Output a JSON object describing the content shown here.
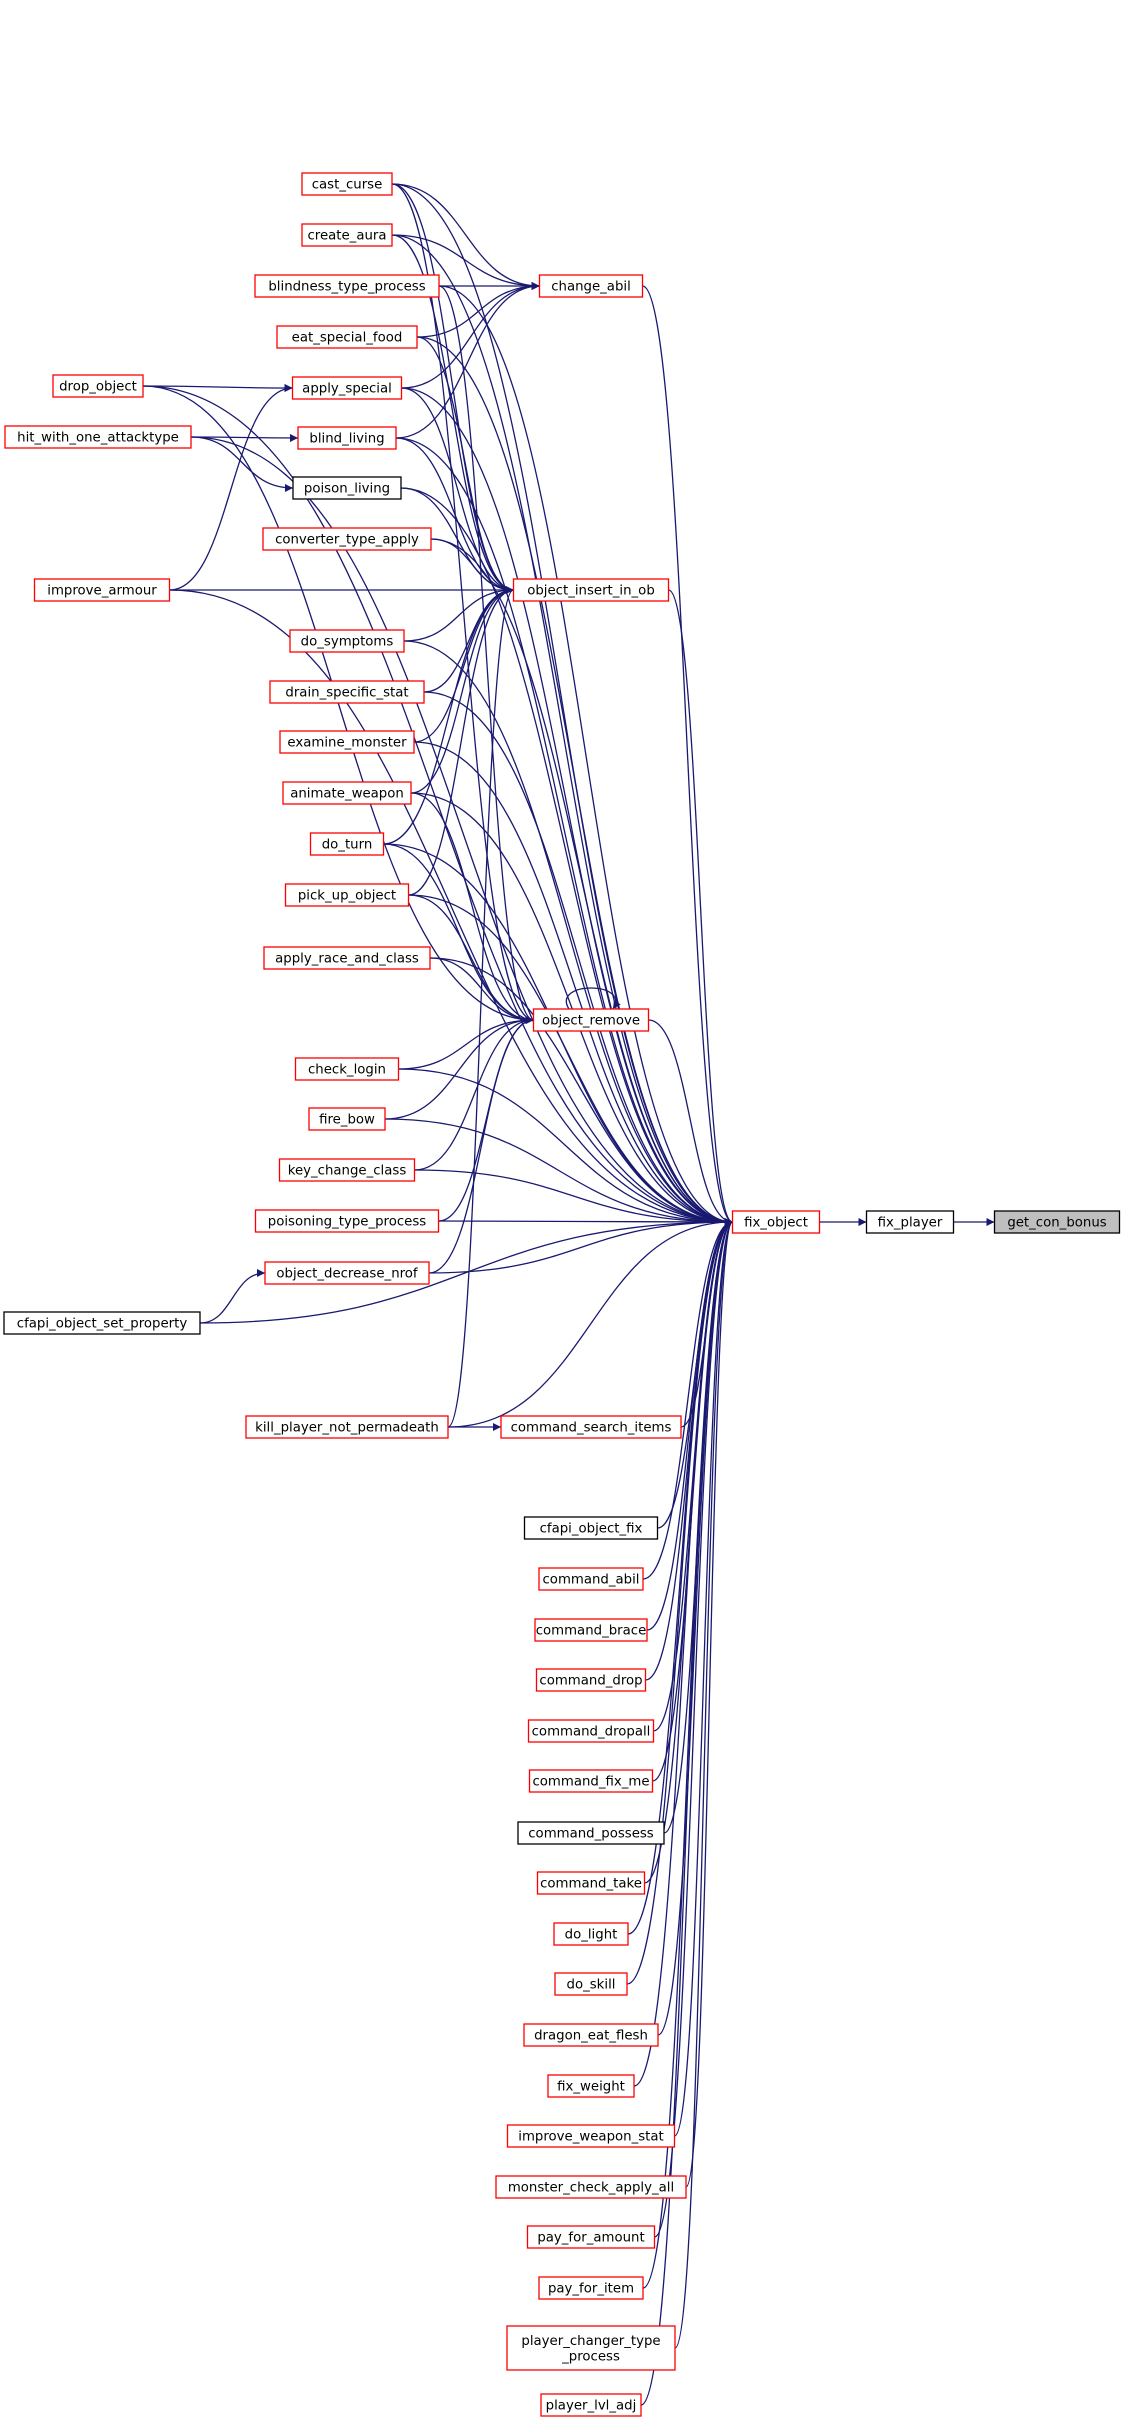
{
  "graph": {
    "type": "doxygen caller graph",
    "focus": "get_con_bonus",
    "colors": {
      "edge": "#191970",
      "node_border_linked": "#ff0000",
      "node_border_plain": "#000000",
      "focus_fill": "#bfbfbf"
    },
    "nodes": [
      {
        "id": "get_con_bonus",
        "lines": [
          "get_con_bonus"
        ],
        "style": "focus"
      },
      {
        "id": "fix_player",
        "lines": [
          "fix_player"
        ],
        "style": "black"
      },
      {
        "id": "fix_object",
        "lines": [
          "fix_object"
        ],
        "style": "red"
      },
      {
        "id": "change_abil",
        "lines": [
          "change_abil"
        ],
        "style": "red"
      },
      {
        "id": "object_insert_in_ob",
        "lines": [
          "object_insert_in_ob"
        ],
        "style": "red"
      },
      {
        "id": "object_remove",
        "lines": [
          "object_remove"
        ],
        "style": "red"
      },
      {
        "id": "cast_curse",
        "lines": [
          "cast_curse"
        ],
        "style": "red"
      },
      {
        "id": "create_aura",
        "lines": [
          "create_aura"
        ],
        "style": "red"
      },
      {
        "id": "blindness_type_process",
        "lines": [
          "blindness_type_process"
        ],
        "style": "red"
      },
      {
        "id": "eat_special_food",
        "lines": [
          "eat_special_food"
        ],
        "style": "red"
      },
      {
        "id": "apply_special",
        "lines": [
          "apply_special"
        ],
        "style": "red"
      },
      {
        "id": "blind_living",
        "lines": [
          "blind_living"
        ],
        "style": "red"
      },
      {
        "id": "poison_living",
        "lines": [
          "poison_living"
        ],
        "style": "black"
      },
      {
        "id": "converter_type_apply",
        "lines": [
          "converter_type_apply"
        ],
        "style": "red"
      },
      {
        "id": "do_symptoms",
        "lines": [
          "do_symptoms"
        ],
        "style": "red"
      },
      {
        "id": "drain_specific_stat",
        "lines": [
          "drain_specific_stat"
        ],
        "style": "red"
      },
      {
        "id": "examine_monster",
        "lines": [
          "examine_monster"
        ],
        "style": "red"
      },
      {
        "id": "animate_weapon",
        "lines": [
          "animate_weapon"
        ],
        "style": "red"
      },
      {
        "id": "do_turn",
        "lines": [
          "do_turn"
        ],
        "style": "red"
      },
      {
        "id": "pick_up_object",
        "lines": [
          "pick_up_object"
        ],
        "style": "red"
      },
      {
        "id": "apply_race_and_class",
        "lines": [
          "apply_race_and_class"
        ],
        "style": "red"
      },
      {
        "id": "check_login",
        "lines": [
          "check_login"
        ],
        "style": "red"
      },
      {
        "id": "fire_bow",
        "lines": [
          "fire_bow"
        ],
        "style": "red"
      },
      {
        "id": "key_change_class",
        "lines": [
          "key_change_class"
        ],
        "style": "red"
      },
      {
        "id": "poisoning_type_process",
        "lines": [
          "poisoning_type_process"
        ],
        "style": "red"
      },
      {
        "id": "object_decrease_nrof",
        "lines": [
          "object_decrease_nrof"
        ],
        "style": "red"
      },
      {
        "id": "cfapi_object_set_property",
        "lines": [
          "cfapi_object_set_property"
        ],
        "style": "black"
      },
      {
        "id": "kill_player_not_permadeath",
        "lines": [
          "kill_player_not_permadeath"
        ],
        "style": "red"
      },
      {
        "id": "command_search_items",
        "lines": [
          "command_search_items"
        ],
        "style": "red"
      },
      {
        "id": "drop_object",
        "lines": [
          "drop_object"
        ],
        "style": "red"
      },
      {
        "id": "hit_with_one_attacktype",
        "lines": [
          "hit_with_one_attacktype"
        ],
        "style": "red"
      },
      {
        "id": "improve_armour",
        "lines": [
          "improve_armour"
        ],
        "style": "red"
      },
      {
        "id": "cfapi_object_fix",
        "lines": [
          "cfapi_object_fix"
        ],
        "style": "black"
      },
      {
        "id": "command_abil",
        "lines": [
          "command_abil"
        ],
        "style": "red"
      },
      {
        "id": "command_brace",
        "lines": [
          "command_brace"
        ],
        "style": "red"
      },
      {
        "id": "command_drop",
        "lines": [
          "command_drop"
        ],
        "style": "red"
      },
      {
        "id": "command_dropall",
        "lines": [
          "command_dropall"
        ],
        "style": "red"
      },
      {
        "id": "command_fix_me",
        "lines": [
          "command_fix_me"
        ],
        "style": "red"
      },
      {
        "id": "command_possess",
        "lines": [
          "command_possess"
        ],
        "style": "black"
      },
      {
        "id": "command_take",
        "lines": [
          "command_take"
        ],
        "style": "red"
      },
      {
        "id": "do_light",
        "lines": [
          "do_light"
        ],
        "style": "red"
      },
      {
        "id": "do_skill",
        "lines": [
          "do_skill"
        ],
        "style": "red"
      },
      {
        "id": "dragon_eat_flesh",
        "lines": [
          "dragon_eat_flesh"
        ],
        "style": "red"
      },
      {
        "id": "fix_weight",
        "lines": [
          "fix_weight"
        ],
        "style": "red"
      },
      {
        "id": "improve_weapon_stat",
        "lines": [
          "improve_weapon_stat"
        ],
        "style": "red"
      },
      {
        "id": "monster_check_apply_all",
        "lines": [
          "monster_check_apply_all"
        ],
        "style": "red"
      },
      {
        "id": "pay_for_amount",
        "lines": [
          "pay_for_amount"
        ],
        "style": "red"
      },
      {
        "id": "pay_for_item",
        "lines": [
          "pay_for_item"
        ],
        "style": "red"
      },
      {
        "id": "player_changer_type_process",
        "lines": [
          "player_changer_type",
          "_process"
        ],
        "style": "red"
      },
      {
        "id": "player_lvl_adj",
        "lines": [
          "player_lvl_adj"
        ],
        "style": "red"
      }
    ],
    "edges": [
      [
        "fix_player",
        "get_con_bonus"
      ],
      [
        "fix_object",
        "fix_player"
      ],
      [
        "change_abil",
        "fix_object"
      ],
      [
        "object_insert_in_ob",
        "fix_object"
      ],
      [
        "object_remove",
        "fix_object"
      ],
      [
        "object_remove",
        "object_remove"
      ],
      [
        "cast_curse",
        "fix_object"
      ],
      [
        "create_aura",
        "fix_object"
      ],
      [
        "blindness_type_process",
        "fix_object"
      ],
      [
        "eat_special_food",
        "fix_object"
      ],
      [
        "apply_special",
        "fix_object"
      ],
      [
        "blind_living",
        "fix_object"
      ],
      [
        "poison_living",
        "fix_object"
      ],
      [
        "converter_type_apply",
        "fix_object"
      ],
      [
        "do_symptoms",
        "fix_object"
      ],
      [
        "drain_specific_stat",
        "fix_object"
      ],
      [
        "examine_monster",
        "fix_object"
      ],
      [
        "animate_weapon",
        "fix_object"
      ],
      [
        "do_turn",
        "fix_object"
      ],
      [
        "pick_up_object",
        "fix_object"
      ],
      [
        "apply_race_and_class",
        "fix_object"
      ],
      [
        "check_login",
        "fix_object"
      ],
      [
        "fire_bow",
        "fix_object"
      ],
      [
        "key_change_class",
        "fix_object"
      ],
      [
        "poisoning_type_process",
        "fix_object"
      ],
      [
        "object_decrease_nrof",
        "fix_object"
      ],
      [
        "cfapi_object_set_property",
        "fix_object"
      ],
      [
        "command_search_items",
        "fix_object"
      ],
      [
        "kill_player_not_permadeath",
        "fix_object"
      ],
      [
        "drop_object",
        "fix_object"
      ],
      [
        "hit_with_one_attacktype",
        "fix_object"
      ],
      [
        "improve_armour",
        "fix_object"
      ],
      [
        "cfapi_object_fix",
        "fix_object"
      ],
      [
        "command_abil",
        "fix_object"
      ],
      [
        "command_brace",
        "fix_object"
      ],
      [
        "command_drop",
        "fix_object"
      ],
      [
        "command_dropall",
        "fix_object"
      ],
      [
        "command_fix_me",
        "fix_object"
      ],
      [
        "command_possess",
        "fix_object"
      ],
      [
        "command_take",
        "fix_object"
      ],
      [
        "do_light",
        "fix_object"
      ],
      [
        "do_skill",
        "fix_object"
      ],
      [
        "dragon_eat_flesh",
        "fix_object"
      ],
      [
        "fix_weight",
        "fix_object"
      ],
      [
        "improve_weapon_stat",
        "fix_object"
      ],
      [
        "monster_check_apply_all",
        "fix_object"
      ],
      [
        "pay_for_amount",
        "fix_object"
      ],
      [
        "pay_for_item",
        "fix_object"
      ],
      [
        "player_changer_type_process",
        "fix_object"
      ],
      [
        "player_lvl_adj",
        "fix_object"
      ],
      [
        "cast_curse",
        "change_abil"
      ],
      [
        "create_aura",
        "change_abil"
      ],
      [
        "blindness_type_process",
        "change_abil"
      ],
      [
        "eat_special_food",
        "change_abil"
      ],
      [
        "apply_special",
        "change_abil"
      ],
      [
        "blind_living",
        "change_abil"
      ],
      [
        "cast_curse",
        "object_insert_in_ob"
      ],
      [
        "create_aura",
        "object_insert_in_ob"
      ],
      [
        "eat_special_food",
        "object_insert_in_ob"
      ],
      [
        "apply_special",
        "object_insert_in_ob"
      ],
      [
        "blind_living",
        "object_insert_in_ob"
      ],
      [
        "poison_living",
        "object_insert_in_ob"
      ],
      [
        "converter_type_apply",
        "object_insert_in_ob"
      ],
      [
        "do_symptoms",
        "object_insert_in_ob"
      ],
      [
        "drain_specific_stat",
        "object_insert_in_ob"
      ],
      [
        "examine_monster",
        "object_insert_in_ob"
      ],
      [
        "animate_weapon",
        "object_insert_in_ob"
      ],
      [
        "do_turn",
        "object_insert_in_ob"
      ],
      [
        "pick_up_object",
        "object_insert_in_ob"
      ],
      [
        "improve_armour",
        "object_insert_in_ob"
      ],
      [
        "kill_player_not_permadeath",
        "object_insert_in_ob"
      ],
      [
        "cast_curse",
        "object_remove"
      ],
      [
        "blindness_type_process",
        "object_remove"
      ],
      [
        "animate_weapon",
        "object_remove"
      ],
      [
        "do_turn",
        "object_remove"
      ],
      [
        "pick_up_object",
        "object_remove"
      ],
      [
        "apply_race_and_class",
        "object_remove"
      ],
      [
        "check_login",
        "object_remove"
      ],
      [
        "fire_bow",
        "object_remove"
      ],
      [
        "key_change_class",
        "object_remove"
      ],
      [
        "poisoning_type_process",
        "object_remove"
      ],
      [
        "object_decrease_nrof",
        "object_remove"
      ],
      [
        "drop_object",
        "object_remove"
      ],
      [
        "drop_object",
        "apply_special"
      ],
      [
        "improve_armour",
        "apply_special"
      ],
      [
        "hit_with_one_attacktype",
        "blind_living"
      ],
      [
        "hit_with_one_attacktype",
        "poison_living"
      ],
      [
        "cfapi_object_set_property",
        "object_decrease_nrof"
      ],
      [
        "kill_player_not_permadeath",
        "command_search_items"
      ]
    ]
  }
}
